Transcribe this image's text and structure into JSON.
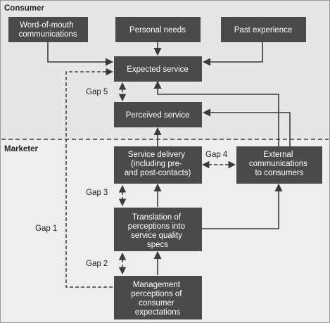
{
  "sections": {
    "consumer": "Consumer",
    "marketer": "Marketer"
  },
  "nodes": {
    "word_of_mouth": [
      "Word-of-mouth",
      "communications"
    ],
    "personal_needs": [
      "Personal needs"
    ],
    "past_experience": [
      "Past experience"
    ],
    "expected_service": [
      "Expected service"
    ],
    "perceived_service": [
      "Perceived service"
    ],
    "service_delivery": [
      "Service delivery",
      "(including pre-",
      "and post-contacts)"
    ],
    "external_communications": [
      "External",
      "communications",
      "to consumers"
    ],
    "translation": [
      "Translation of",
      "perceptions into",
      "service quality",
      "specs"
    ],
    "management": [
      "Management",
      "perceptions of",
      "consumer",
      "expectations"
    ]
  },
  "gaps": {
    "gap1": "Gap 1",
    "gap2": "Gap 2",
    "gap3": "Gap 3",
    "gap4": "Gap 4",
    "gap5": "Gap 5"
  },
  "colors": {
    "consumer_band": "#e6e6e6",
    "marketer_band": "#eeeeee",
    "node_fill": "#4a4a4a",
    "line": "#3a3a3a"
  }
}
